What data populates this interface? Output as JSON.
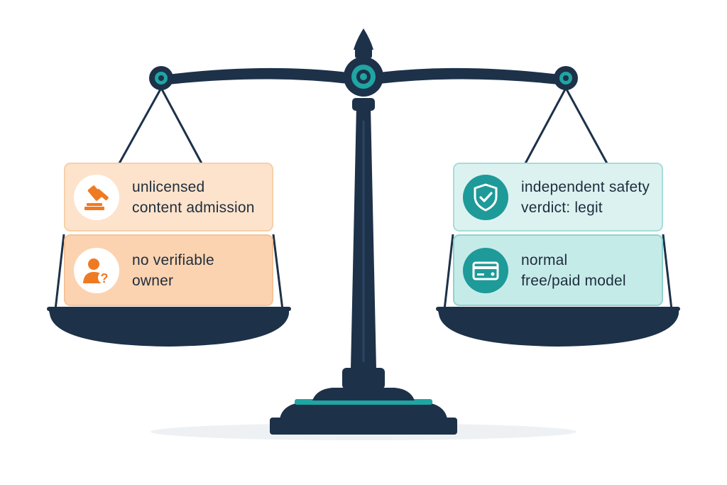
{
  "colors": {
    "frame": "#1d3149",
    "accent": "#1fa5a3",
    "concern": "#ef7a24",
    "assurance": "#1e9a99"
  },
  "left_pan": {
    "items": [
      {
        "icon": "gavel-icon",
        "label": "unlicensed\ncontent admission"
      },
      {
        "icon": "unknown-person-icon",
        "label": "no verifiable\nowner"
      }
    ]
  },
  "right_pan": {
    "items": [
      {
        "icon": "shield-check-icon",
        "label": "independent safety\nverdict: legit"
      },
      {
        "icon": "credit-card-icon",
        "label": "normal\nfree/paid model"
      }
    ]
  }
}
